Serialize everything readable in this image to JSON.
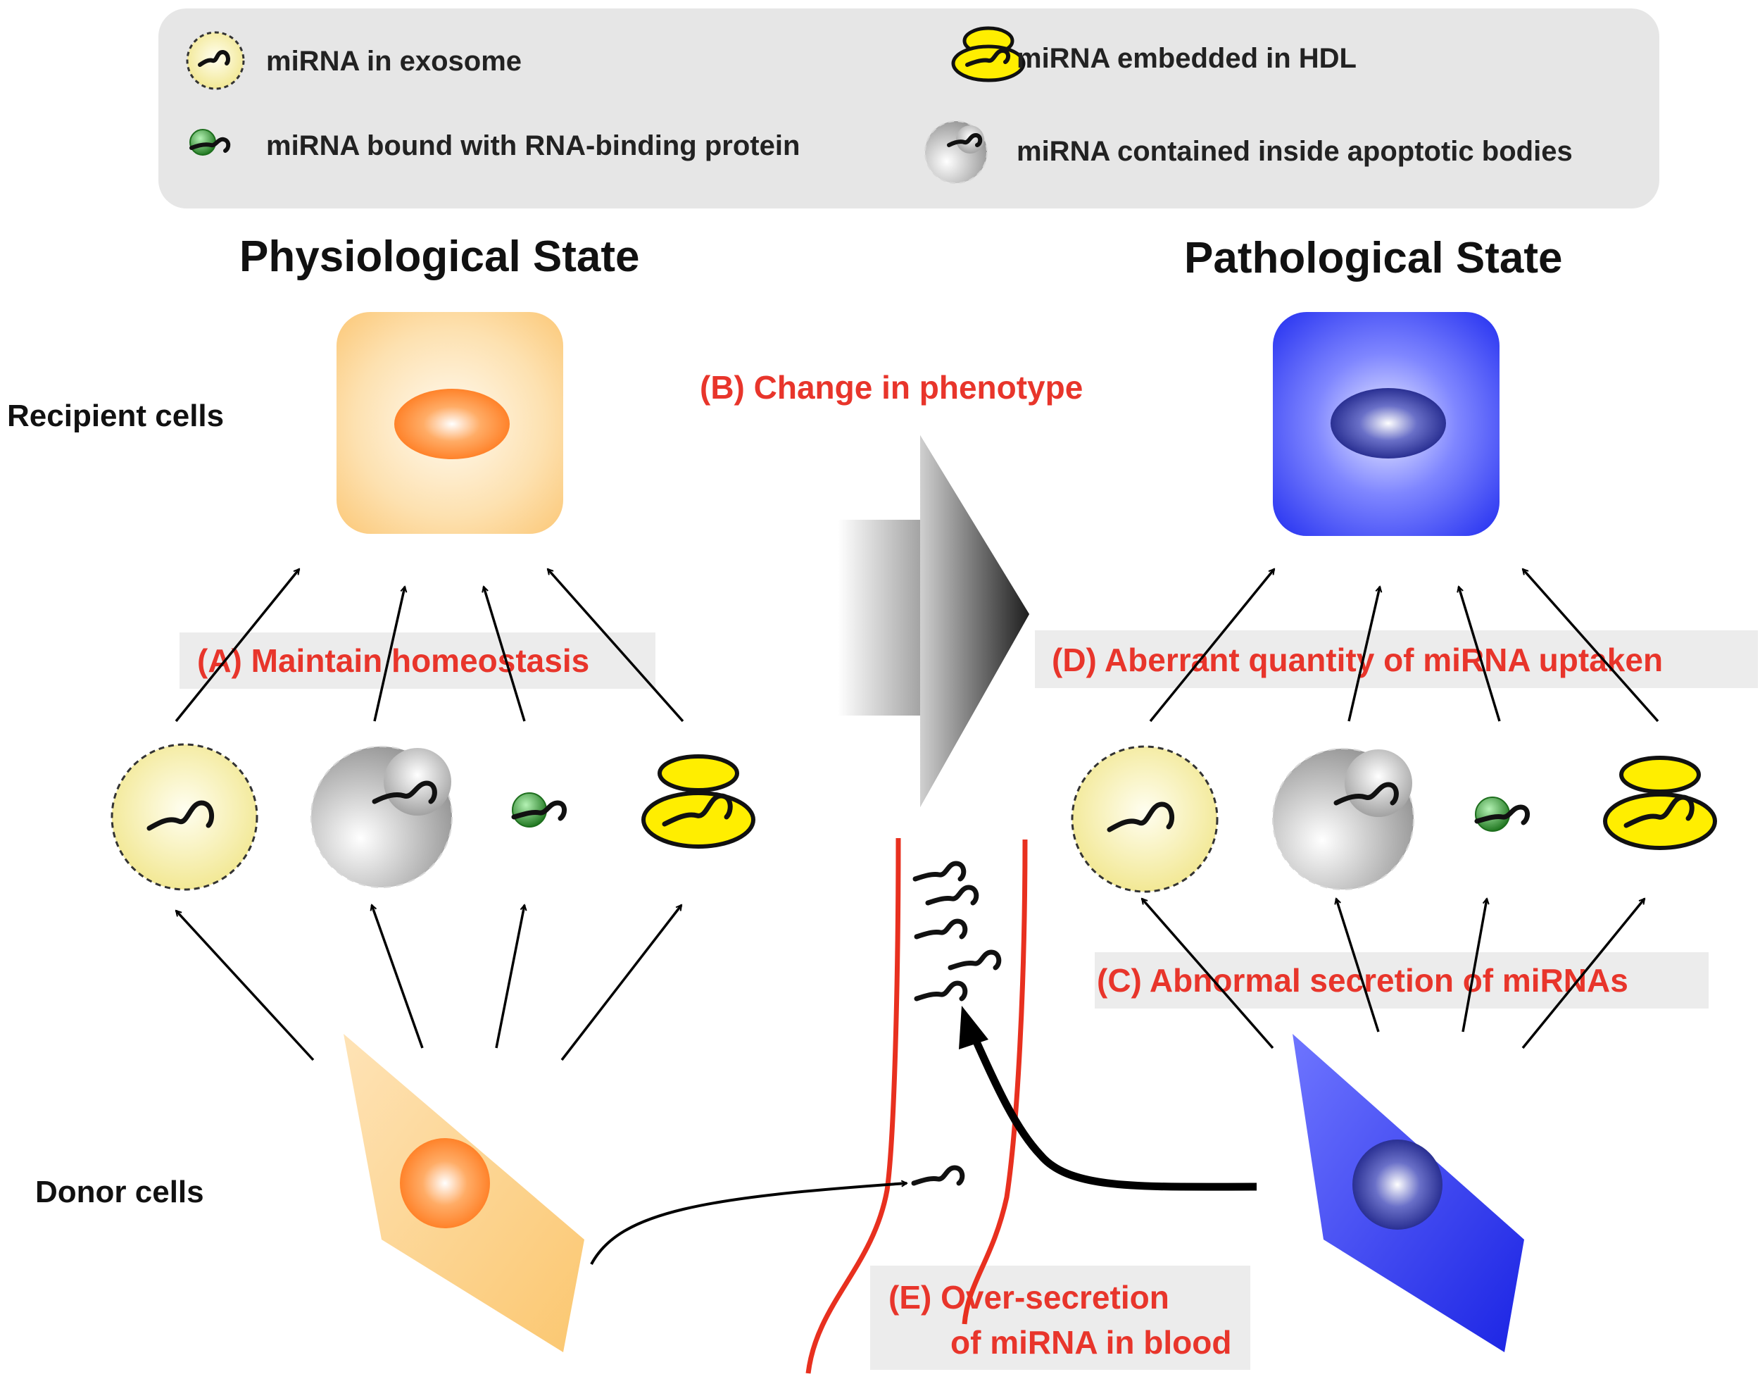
{
  "colors": {
    "label_red": "#e8352b",
    "vessel_red": "#e8301f",
    "physiological_cell": "#fdd59a",
    "pathological_cell": "#2f3bf2",
    "legend_background": "#e6e6e6",
    "exosome_yellow": "#f3eb9a",
    "hdl_yellow": "#ffee00",
    "rna_binding_protein_green": "#3cac3c"
  },
  "legend": {
    "exosome": "miRNA in exosome",
    "rna_binding_protein": "miRNA bound with RNA-binding protein",
    "hdl": "miRNA embedded in HDL",
    "apoptotic_bodies": "miRNA contained inside apoptotic bodies"
  },
  "headings": {
    "physiological": "Physiological State",
    "pathological": "Pathological State"
  },
  "side_labels": {
    "recipient": "Recipient cells",
    "donor": "Donor cells"
  },
  "annotations": {
    "a": "(A) Maintain homeostasis",
    "b": "(B) Change in phenotype",
    "c": "(C) Abnormal secretion of miRNAs",
    "d": "(D) Aberrant quantity of miRNA uptaken",
    "e_line1": "(E) Over-secretion",
    "e_line2": "of miRNA in blood"
  }
}
